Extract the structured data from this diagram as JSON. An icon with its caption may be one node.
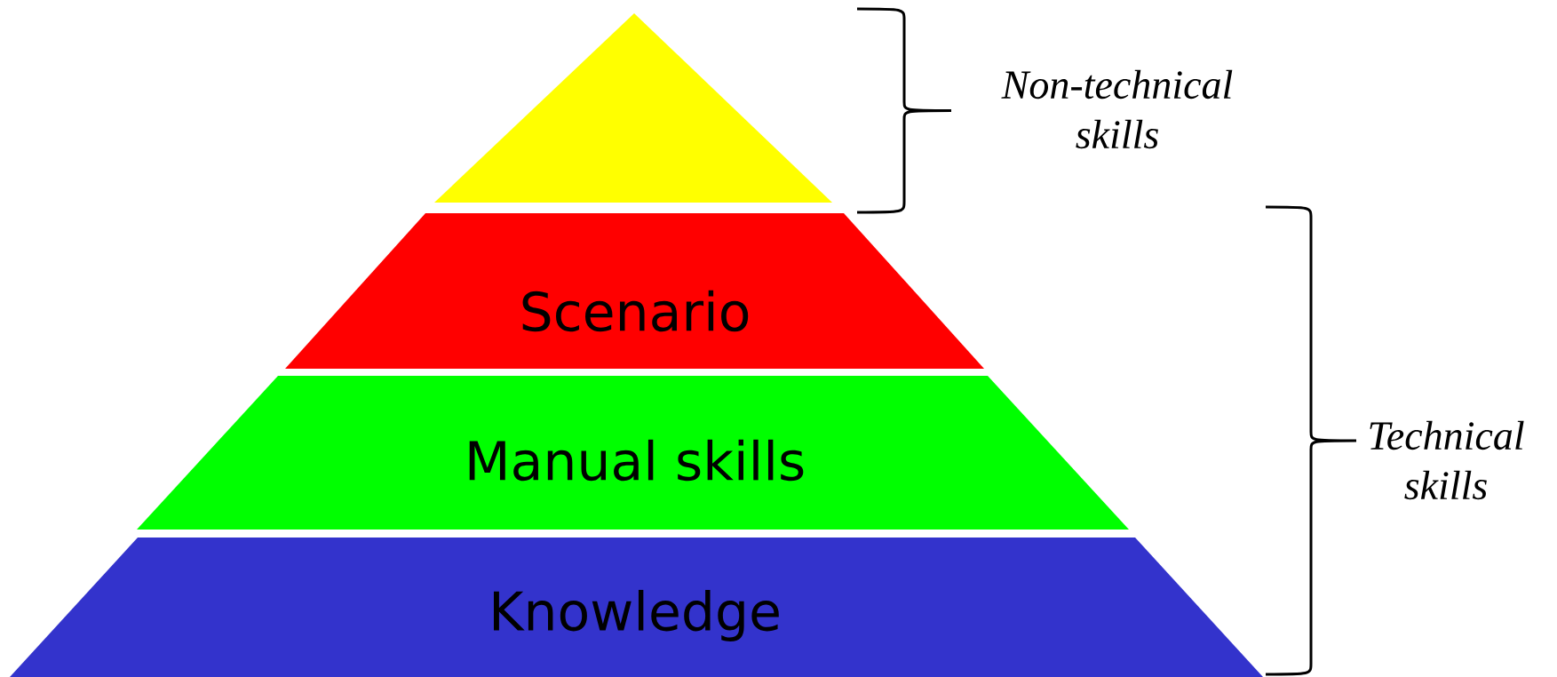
{
  "diagram": {
    "nodes": [
      {
        "text": [],
        "shape": "triangle"
      },
      {
        "text": [
          "Scenario"
        ]
      },
      {
        "text": [
          "Manual skills"
        ]
      },
      {
        "text": [
          "Knowledge"
        ]
      }
    ],
    "labels": [
      "Non-technical skills",
      "Technical skills"
    ]
  }
}
